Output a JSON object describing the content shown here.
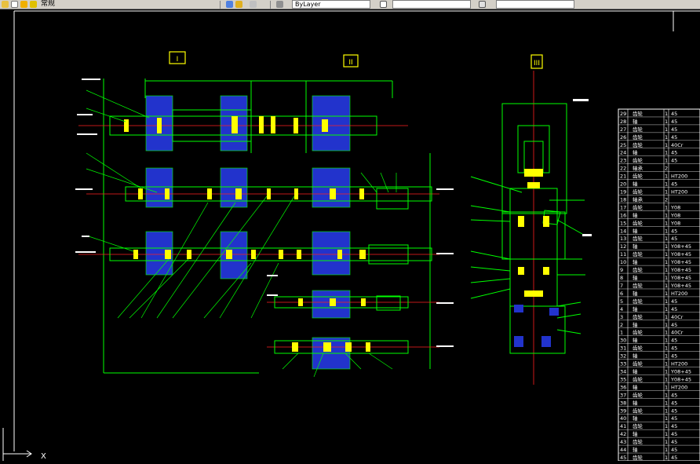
{
  "toolbar": {
    "layer_label": "常规",
    "layer_combo_value": "ByLayer",
    "style_combo_value": "",
    "color_accent": "#ffcc00"
  },
  "drawing": {
    "view_label_1": "I",
    "view_label_2": "II",
    "view_label_3": "III",
    "axis_x_label": "X"
  },
  "colors": {
    "background": "#000000",
    "outline": "#00ff00",
    "hatch": "#2233cc",
    "part": "#ffff00",
    "centerline": "#ff2020",
    "text": "#ffffff"
  },
  "bom": {
    "rows": [
      [
        "29",
        "齿轮",
        "1",
        "45"
      ],
      [
        "28",
        "轴",
        "1",
        "45"
      ],
      [
        "27",
        "齿轮",
        "1",
        "45"
      ],
      [
        "26",
        "齿轮",
        "1",
        "45"
      ],
      [
        "25",
        "齿轮",
        "1",
        "40Cr"
      ],
      [
        "24",
        "轴",
        "1",
        "45"
      ],
      [
        "23",
        "齿轮",
        "1",
        "45"
      ],
      [
        "22",
        "轴承",
        "2",
        ""
      ],
      [
        "21",
        "齿轮",
        "1",
        "HT200"
      ],
      [
        "20",
        "轴",
        "1",
        "45"
      ],
      [
        "19",
        "齿轮",
        "1",
        "HT200"
      ],
      [
        "18",
        "轴承",
        "2",
        ""
      ],
      [
        "17",
        "齿轮",
        "1",
        "Y08"
      ],
      [
        "16",
        "轴",
        "1",
        "Y08"
      ],
      [
        "15",
        "齿轮",
        "1",
        "Y08"
      ],
      [
        "14",
        "轴",
        "1",
        "45"
      ],
      [
        "13",
        "齿轮",
        "1",
        "45"
      ],
      [
        "12",
        "轴",
        "1",
        "Y08+45"
      ],
      [
        "11",
        "齿轮",
        "1",
        "Y08+45"
      ],
      [
        "10",
        "轴",
        "1",
        "Y08+45"
      ],
      [
        "9",
        "齿轮",
        "1",
        "Y08+45"
      ],
      [
        "8",
        "轴",
        "1",
        "Y08+45"
      ],
      [
        "7",
        "齿轮",
        "1",
        "Y08+45"
      ],
      [
        "6",
        "轴",
        "1",
        "HT200"
      ],
      [
        "5",
        "齿轮",
        "1",
        "45"
      ],
      [
        "4",
        "轴",
        "1",
        "45"
      ],
      [
        "3",
        "齿轮",
        "1",
        "40Cr"
      ],
      [
        "2",
        "轴",
        "1",
        "45"
      ],
      [
        "1",
        "齿轮",
        "1",
        "40Cr"
      ],
      [
        "30",
        "轴",
        "1",
        "45"
      ],
      [
        "31",
        "齿轮",
        "1",
        "45"
      ],
      [
        "32",
        "轴",
        "1",
        "45"
      ],
      [
        "33",
        "齿轮",
        "1",
        "HT200"
      ],
      [
        "34",
        "轴",
        "1",
        "Y08+45"
      ],
      [
        "35",
        "齿轮",
        "1",
        "Y08+45"
      ],
      [
        "36",
        "轴",
        "1",
        "HT200"
      ],
      [
        "37",
        "齿轮",
        "1",
        "45"
      ],
      [
        "38",
        "轴",
        "1",
        "45"
      ],
      [
        "39",
        "齿轮",
        "1",
        "45"
      ],
      [
        "40",
        "轴",
        "1",
        "45"
      ],
      [
        "41",
        "齿轮",
        "1",
        "45"
      ],
      [
        "42",
        "轴",
        "1",
        "45"
      ],
      [
        "43",
        "齿轮",
        "1",
        "45"
      ],
      [
        "44",
        "轴",
        "1",
        "45"
      ],
      [
        "45",
        "齿轮",
        "1",
        "45"
      ]
    ]
  }
}
